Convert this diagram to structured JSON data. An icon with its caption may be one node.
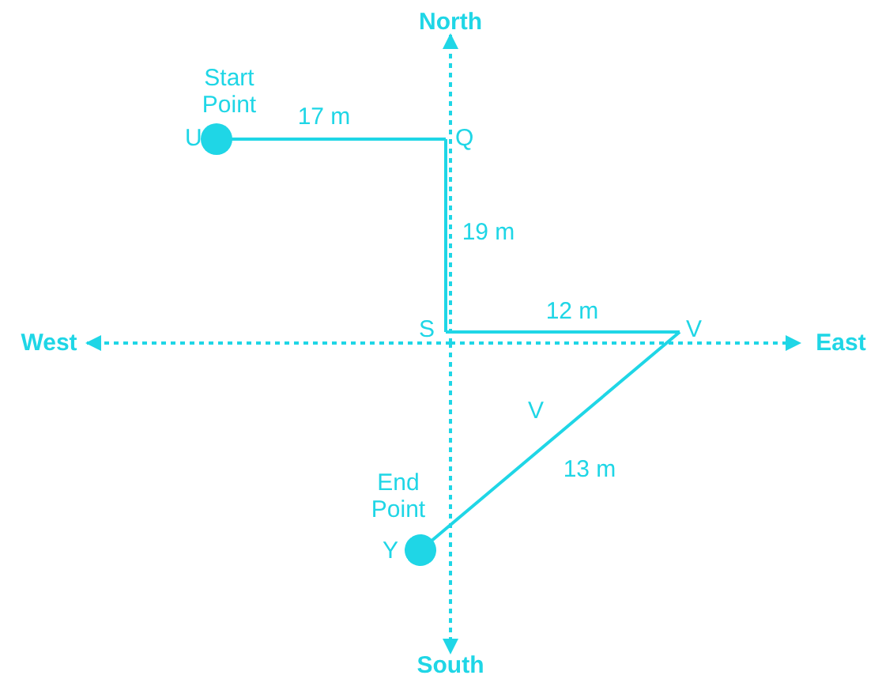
{
  "diagram": {
    "nodes": [
      {
        "text": [
          "U"
        ],
        "beside": [
          "Start Point"
        ]
      },
      {
        "text": [
          "Q"
        ]
      },
      {
        "text": [
          "S"
        ]
      },
      {
        "text": [
          "V"
        ]
      },
      {
        "text": [
          "Y"
        ],
        "beside": [
          "End Point"
        ]
      }
    ],
    "edges": [
      {
        "from": 1,
        "to": 0,
        "arrow": "other",
        "label": "17 m"
      },
      {
        "from": 1,
        "to": 2,
        "arrow": "none",
        "label": "19 m"
      },
      {
        "from": 2,
        "to": 3,
        "arrow": "none",
        "label": "12 m"
      },
      {
        "from": 3,
        "to": 4,
        "arrow": "other",
        "label": "13 m"
      }
    ],
    "labels": [
      "North",
      "West",
      "East",
      "V",
      "South"
    ]
  }
}
